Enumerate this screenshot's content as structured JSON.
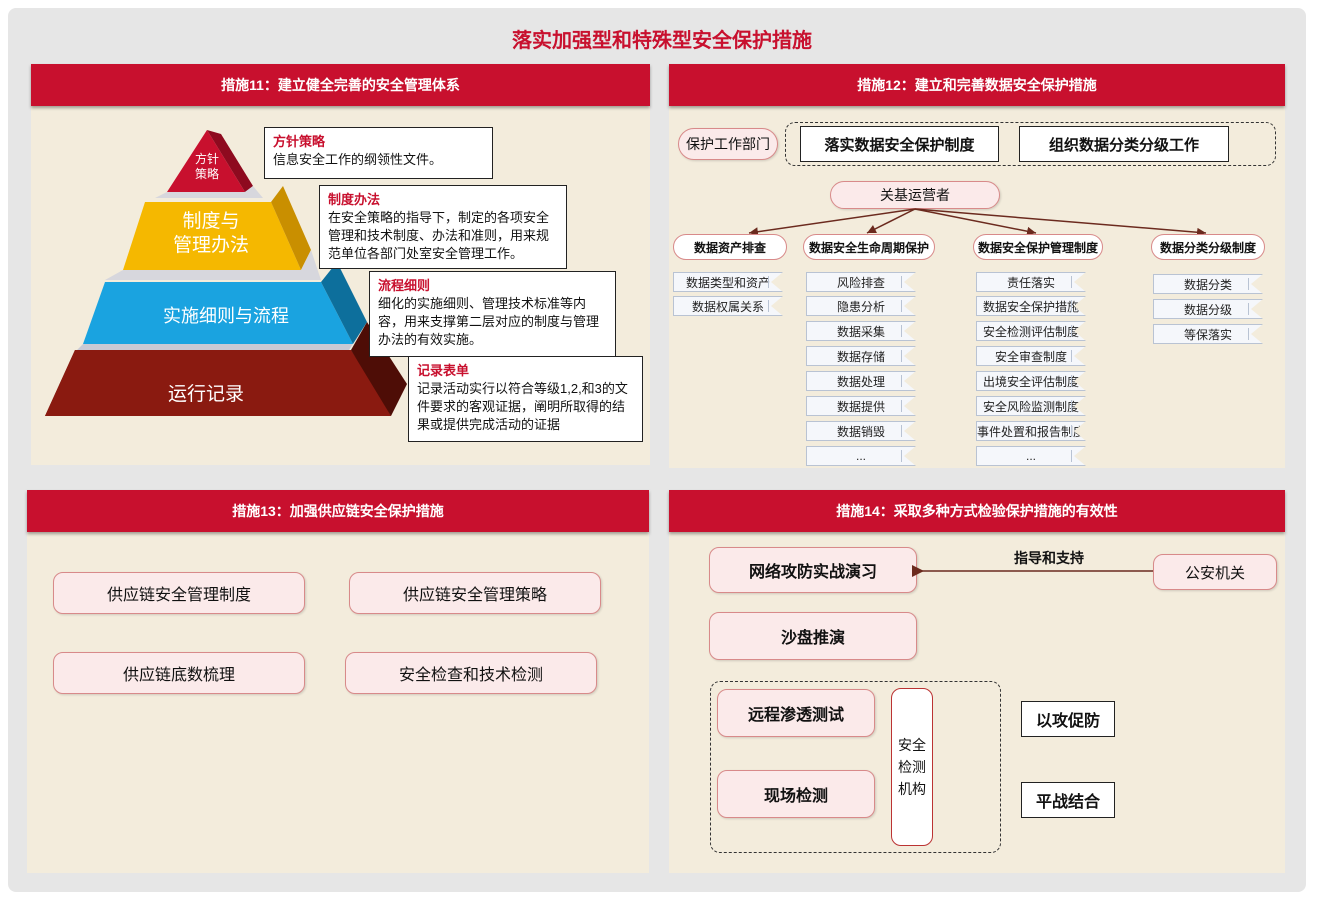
{
  "title": "落实加强型和特殊型安全保护措施",
  "m11": {
    "header": "措施11：建立健全完善的安全管理体系",
    "pyramid": [
      "方针\n策略",
      "制度与\n管理办法",
      "实施细则与流程",
      "运行记录"
    ],
    "boxes": [
      {
        "title": "方针策略",
        "text": "信息安全工作的纲领性文件。"
      },
      {
        "title": "制度办法",
        "text": "在安全策略的指导下，制定的各项安全管理和技术制度、办法和准则，用来规范单位各部门处室安全管理工作。"
      },
      {
        "title": "流程细则",
        "text": "细化的实施细则、管理技术标准等内容，用来支撑第二层对应的制度与管理办法的有效实施。"
      },
      {
        "title": "记录表单",
        "text": "记录活动实行以符合等级1,2,和3的文件要求的客观证据，阐明所取得的结果或提供完成活动的证据"
      }
    ]
  },
  "m12": {
    "header": "措施12：建立和完善数据安全保护措施",
    "dept": "保护工作部门",
    "top_boxes": [
      "落实数据安全保护制度",
      "组织数据分类分级工作"
    ],
    "operator": "关基运营者",
    "columns": [
      {
        "head": "数据资产排查",
        "items": [
          "数据类型和资产",
          "数据权属关系"
        ]
      },
      {
        "head": "数据安全生命周期保护",
        "items": [
          "风险排查",
          "隐患分析",
          "数据采集",
          "数据存储",
          "数据处理",
          "数据提供",
          "数据销毁",
          "..."
        ]
      },
      {
        "head": "数据安全保护管理制度",
        "items": [
          "责任落实",
          "数据安全保护措施",
          "安全检测评估制度",
          "安全审查制度",
          "出境安全评估制度",
          "安全风险监测制度",
          "事件处置和报告制度",
          "..."
        ]
      },
      {
        "head": "数据分类分级制度",
        "items": [
          "数据分类",
          "数据分级",
          "等保落实"
        ]
      }
    ]
  },
  "m13": {
    "header": "措施13：加强供应链安全保护措施",
    "items": [
      "供应链安全管理制度",
      "供应链安全管理策略",
      "供应链底数梳理",
      "安全检查和技术检测"
    ]
  },
  "m14": {
    "header": "措施14：采取多种方式检验保护措施的有效性",
    "drill": "网络攻防实战演习",
    "guide": "指导和支持",
    "police": "公安机关",
    "sand": "沙盘推演",
    "pentest": "远程渗透测试",
    "onsite": "现场检测",
    "agency": "安全\n检测\n机构",
    "slogan1": "以攻促防",
    "slogan2": "平战结合"
  },
  "colors": {
    "accent": "#c8102e",
    "panel": "#f3ecdc",
    "pyramid_top": "#c8102e",
    "pyramid_2": "#f5b800",
    "pyramid_3": "#1aa3e0",
    "pyramid_4": "#8a1a10"
  }
}
